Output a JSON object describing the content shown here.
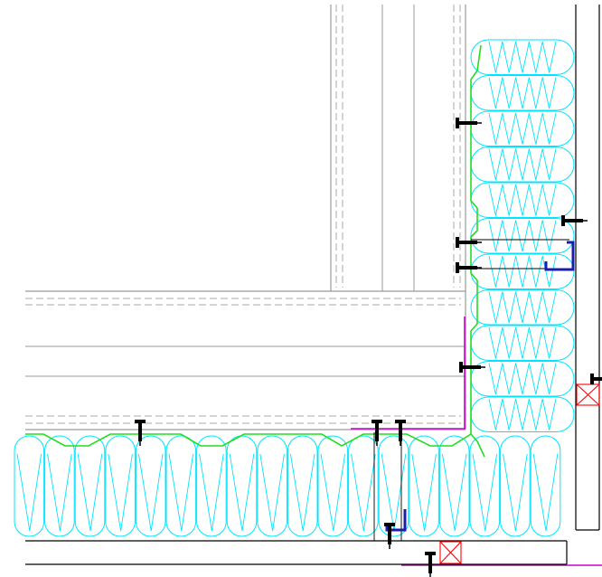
{
  "drawing": {
    "colors": {
      "background": "#ffffff",
      "structure": "#9a9a9a",
      "structure_dashed": "#a8a8a8",
      "outline": "#000000",
      "insulation": "#00e5ff",
      "membrane": "#22dd22",
      "flashing": "#cc00cc",
      "bracket": "#1c1ca8",
      "timber": "#ff0000"
    },
    "elements": [
      {
        "name": "vertical-wall-slab",
        "kind": "structural-slab"
      },
      {
        "name": "horizontal-floor-slab",
        "kind": "structural-slab"
      },
      {
        "name": "vertical-insulation-batts",
        "kind": "mineral-wool-insulation"
      },
      {
        "name": "horizontal-insulation-batts",
        "kind": "mineral-wool-insulation"
      },
      {
        "name": "vertical-membrane",
        "kind": "wind-barrier"
      },
      {
        "name": "horizontal-membrane",
        "kind": "wind-barrier"
      },
      {
        "name": "corner-flashing",
        "kind": "flashing"
      },
      {
        "name": "vertical-cladding",
        "kind": "cladding"
      },
      {
        "name": "horizontal-cladding",
        "kind": "cladding"
      },
      {
        "name": "fastener-anchors",
        "kind": "anchor"
      },
      {
        "name": "support-brackets",
        "kind": "bracket"
      },
      {
        "name": "timber-battens",
        "kind": "batten"
      }
    ]
  }
}
